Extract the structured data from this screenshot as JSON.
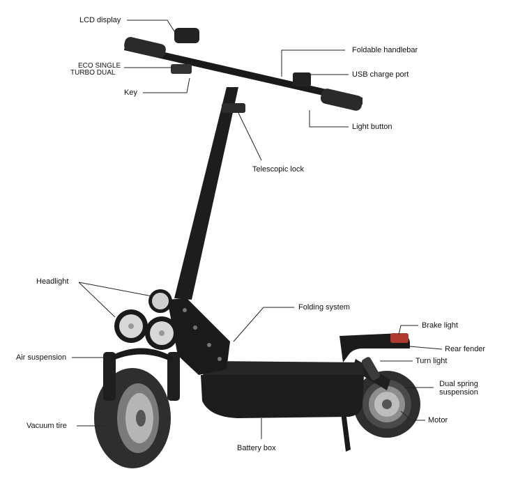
{
  "labels": {
    "lcd_display": "LCD display",
    "mode_line1": "ECO   SINGLE",
    "mode_line2": "TURBO  DUAL",
    "key": "Key",
    "foldable_handlebar": "Foldable handlebar",
    "usb_charge_port": "USB charge port",
    "light_button": "Light button",
    "telescopic_lock": "Telescopic lock",
    "headlight": "Headlight",
    "folding_system": "Folding system",
    "brake_light": "Brake light",
    "rear_fender": "Rear fender",
    "turn_light": "Turn light",
    "air_suspension": "Air suspension",
    "dual_spring_suspension_line1": "Dual spring",
    "dual_spring_suspension_line2": "suspension",
    "vacuum_tire": "Vacuum tire",
    "motor": "Motor",
    "battery_box": "Battery box"
  },
  "colors": {
    "frame": "#1a1a1a",
    "deck": "#2a2a2a",
    "tire": "#3a3a3a",
    "rim": "#9a9a9a",
    "brake_light": "#c0392b",
    "leader_line": "#222222"
  }
}
